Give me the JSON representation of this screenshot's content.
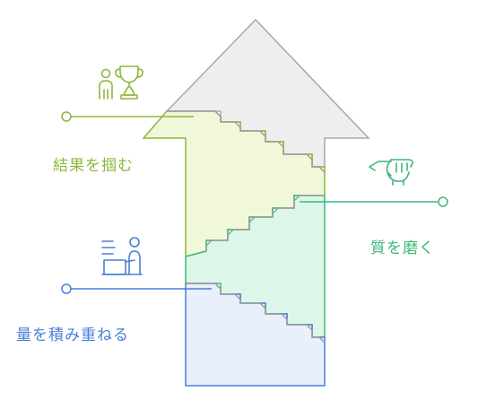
{
  "labels": {
    "top": {
      "text": "結果を掴む",
      "color": "#8bb83a"
    },
    "middle": {
      "text": "質を磨く",
      "color": "#3cb878"
    },
    "bottom": {
      "text": "量を積み重ねる",
      "color": "#4a7fd6"
    }
  },
  "icons": {
    "top": "trophy-person-icon",
    "middle": "hand-pen-icon",
    "bottom": "person-at-desk-icon"
  },
  "colors": {
    "arrow_head_fill": "#eeeeee",
    "stair_gray": "#9e9e9e",
    "top_fill": "#f1f8d9",
    "middle_fill": "#dcf7ea",
    "bottom_fill": "#e9f0fb"
  }
}
